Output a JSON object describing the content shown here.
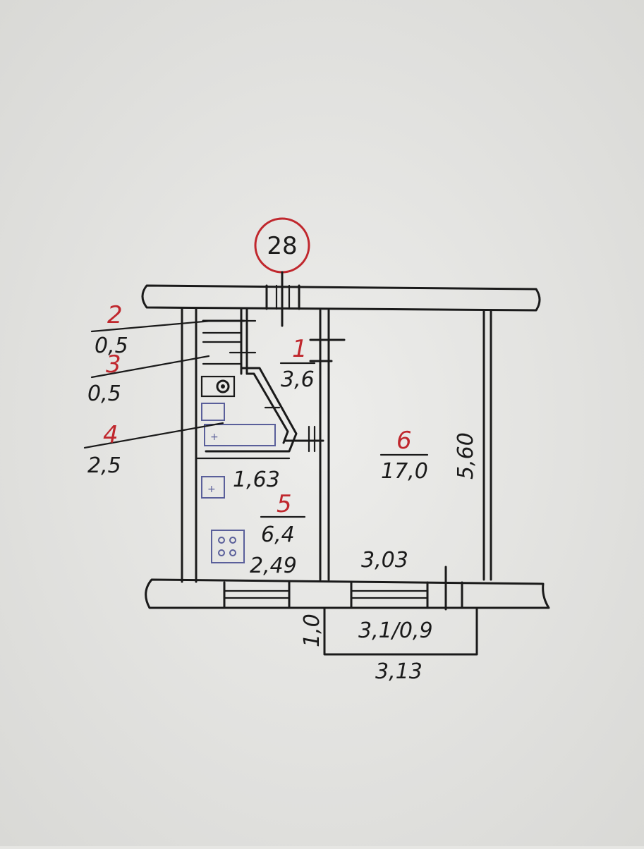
{
  "plan": {
    "apartment_number": "28",
    "rooms": [
      {
        "number": "1",
        "area": "3,6"
      },
      {
        "number": "2",
        "area": "0,5"
      },
      {
        "number": "3",
        "area": "0,5"
      },
      {
        "number": "4",
        "area": "2,5"
      },
      {
        "number": "5",
        "area": "6,4"
      },
      {
        "number": "6",
        "area": "17,0"
      }
    ],
    "dimensions": {
      "kitchen_width_top": "1,63",
      "kitchen_width_bottom": "2,49",
      "room_width": "3,03",
      "room_depth": "5,60",
      "balcony_area": "3,1/0,9",
      "balcony_depth": "1,0",
      "balcony_length": "3,13"
    }
  },
  "colors": {
    "paper": "#e6e6e3",
    "ink": "#1a1a1a",
    "red_ink": "#c0272d",
    "blue_stamp": "#5a5f9a"
  }
}
